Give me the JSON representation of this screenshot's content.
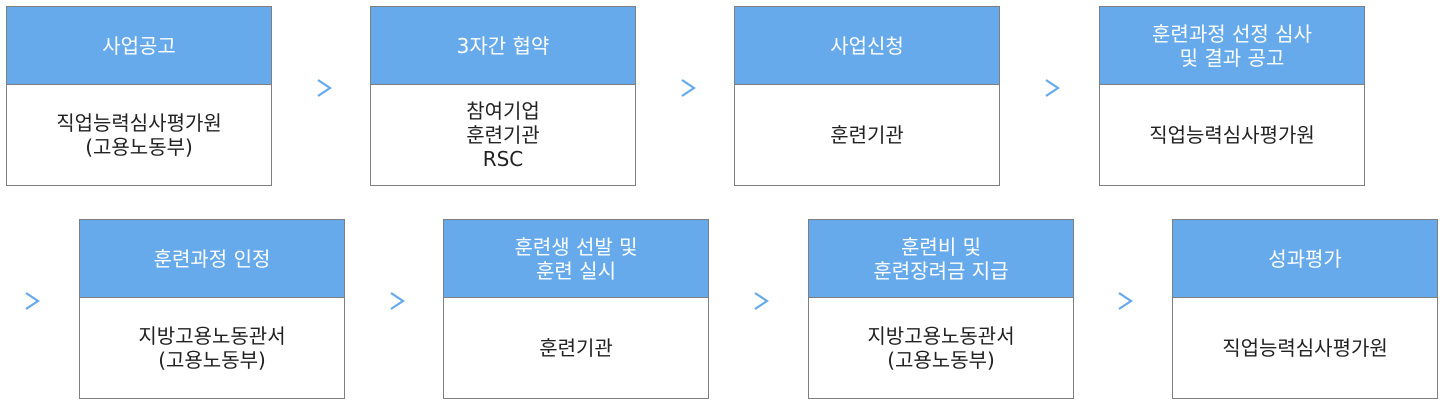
{
  "steps": [
    {
      "title": [
        "사업공고"
      ],
      "body": [
        "직업능력심사평가원",
        "(고용노동부)"
      ]
    },
    {
      "title": [
        "3자간 협약"
      ],
      "body": [
        "참여기업",
        "훈련기관",
        "RSC"
      ]
    },
    {
      "title": [
        "사업신청"
      ],
      "body": [
        "훈련기관"
      ]
    },
    {
      "title": [
        "훈련과정 선정 심사",
        "및 결과 공고"
      ],
      "body": [
        "직업능력심사평가원"
      ]
    },
    {
      "title": [
        "훈련과정 인정"
      ],
      "body": [
        "지방고용노동관서",
        "(고용노동부)"
      ]
    },
    {
      "title": [
        "훈련생 선발 및",
        "훈련 실시"
      ],
      "body": [
        "훈련기관"
      ]
    },
    {
      "title": [
        "훈련비 및",
        "훈련장려금 지급"
      ],
      "body": [
        "지방고용노동관서",
        "(고용노동부)"
      ]
    },
    {
      "title": [
        "성과평가"
      ],
      "body": [
        "직업능력심사평가원"
      ]
    }
  ],
  "colors": {
    "header_fill": "#66aaeb",
    "border": "#7f7f7f",
    "arrow": "#66aaeb"
  },
  "icons": {
    "connector": "chevron-right-icon"
  }
}
